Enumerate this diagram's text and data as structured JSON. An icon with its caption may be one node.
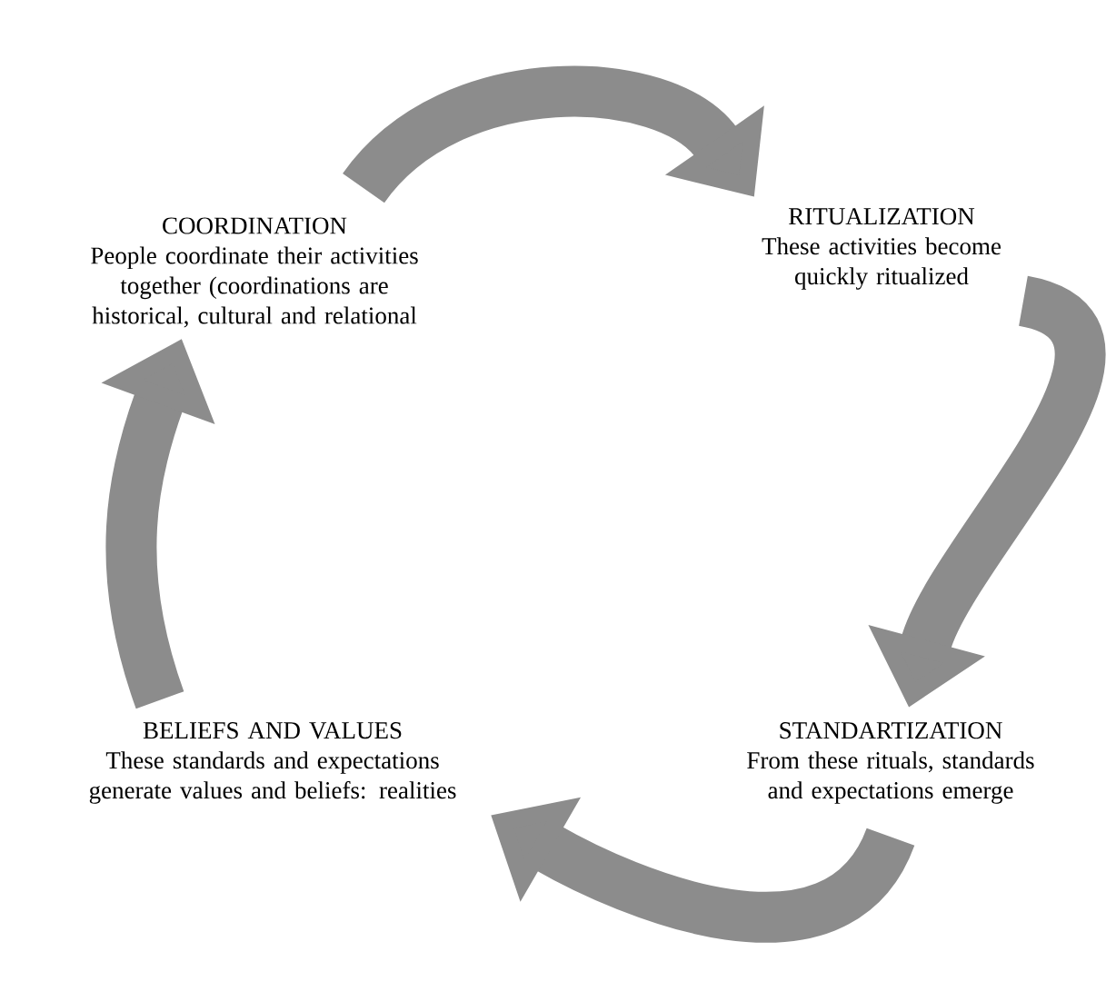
{
  "diagram": {
    "nodes": [
      {
        "text": [
          "COORDINATION",
          "People coordinate their activities together (coordinations are historical, cultural and relational"
        ]
      },
      {
        "text": [
          "RITUALIZATION",
          "These activities become quickly ritualized"
        ]
      },
      {
        "text": [
          "STANDARTIZATION",
          "From these rituals, standards and expectations emerge"
        ]
      },
      {
        "text": [
          "BELIEFS AND VALUES",
          "These standards and expectations generate values and beliefs: realities"
        ]
      }
    ],
    "edges": [
      {
        "from": 0,
        "to": 1,
        "arrow": "to"
      },
      {
        "from": 1,
        "to": 2,
        "arrow": "to"
      },
      {
        "from": 2,
        "to": 3,
        "arrow": "to"
      },
      {
        "from": 3,
        "to": 0,
        "arrow": "to"
      }
    ]
  }
}
